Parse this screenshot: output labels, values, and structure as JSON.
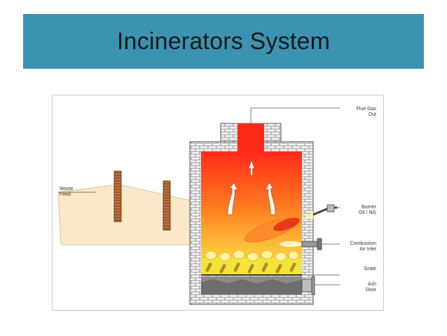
{
  "slide": {
    "title": "Incinerators System"
  },
  "diagram": {
    "labels": {
      "flue_gas_out": [
        "Flue Gas",
        "Out"
      ],
      "waste_feed": [
        "Waste",
        "Feed"
      ],
      "burner": [
        "Burner",
        "Oil / NG"
      ],
      "combustion_air": [
        "Combustion",
        "Air Inlet"
      ],
      "grate": "Grate",
      "ash_door": [
        "Ash",
        "Door"
      ]
    },
    "colors": {
      "title_bar": "#3a93b0",
      "flame_top": "#ff2a1a",
      "flame_bottom": "#ffe03a",
      "brick": "#e9e9e9",
      "ash": "#8c8c8c"
    }
  }
}
